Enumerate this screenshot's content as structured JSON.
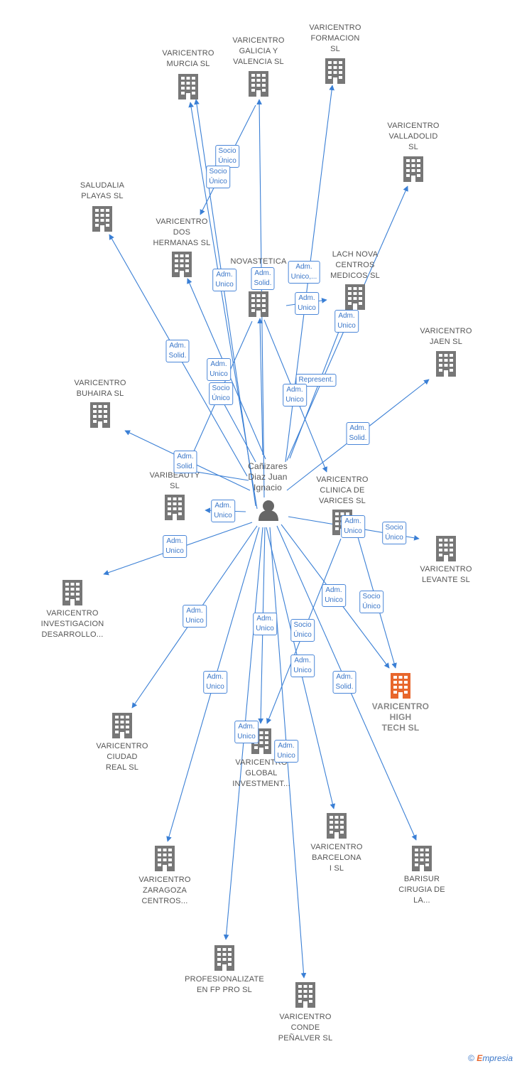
{
  "colors": {
    "building": "#777777",
    "focal_building": "#e8662c",
    "edge": "#3a7fd5",
    "person": "#666666"
  },
  "person": {
    "label": [
      "Cañizares",
      "Diaz Juan",
      "Ignacio"
    ]
  },
  "nodes": [
    {
      "id": "murcia",
      "label": [
        "VARICENTRO",
        "MURCIA  SL"
      ]
    },
    {
      "id": "galicia",
      "label": [
        "VARICENTRO",
        "GALICIA Y",
        "VALENCIA  SL"
      ]
    },
    {
      "id": "formacion",
      "label": [
        "VARICENTRO",
        "FORMACION",
        "SL"
      ]
    },
    {
      "id": "valladolid",
      "label": [
        "VARICENTRO",
        "VALLADOLID",
        "SL"
      ]
    },
    {
      "id": "saludalia",
      "label": [
        "SALUDALIA",
        "PLAYAS  SL"
      ]
    },
    {
      "id": "dosh",
      "label": [
        "VARICENTRO",
        "DOS",
        "HERMANAS  SL"
      ]
    },
    {
      "id": "novastetica",
      "label": [
        "NOVASTETICA"
      ]
    },
    {
      "id": "lachnova",
      "label": [
        "LACH NOVA",
        "CENTROS",
        "MEDICOS  SL"
      ]
    },
    {
      "id": "jaen",
      "label": [
        "VARICENTRO",
        "JAEN  SL"
      ]
    },
    {
      "id": "buhaira",
      "label": [
        "VARICENTRO",
        "BUHAIRA  SL"
      ]
    },
    {
      "id": "varibeauty",
      "label": [
        "VARIBEAUTY",
        "SL"
      ]
    },
    {
      "id": "clinica",
      "label": [
        "VARICENTRO",
        "CLINICA DE",
        "VARICES  SL"
      ]
    },
    {
      "id": "levante",
      "label": [
        "VARICENTRO",
        "LEVANTE  SL"
      ]
    },
    {
      "id": "investigacion",
      "label": [
        "VARICENTRO",
        "INVESTIGACION",
        "DESARROLLO..."
      ]
    },
    {
      "id": "hightech",
      "label": [
        "VARICENTRO",
        "HIGH",
        "TECH  SL"
      ]
    },
    {
      "id": "ciudadreal",
      "label": [
        "VARICENTRO",
        "CIUDAD",
        "REAL  SL"
      ]
    },
    {
      "id": "global",
      "label": [
        "VARICENTRO",
        "GLOBAL",
        "INVESTMENT..."
      ]
    },
    {
      "id": "barcelona",
      "label": [
        "VARICENTRO",
        "BARCELONA",
        "I  SL"
      ]
    },
    {
      "id": "barisur",
      "label": [
        "BARISUR",
        "CIRUGIA DE",
        "LA..."
      ]
    },
    {
      "id": "zaragoza",
      "label": [
        "VARICENTRO",
        "ZARAGOZA",
        "CENTROS..."
      ]
    },
    {
      "id": "profesionalizate",
      "label": [
        "PROFESIONALIZATE",
        "EN FP PRO  SL"
      ]
    },
    {
      "id": "conde",
      "label": [
        "VARICENTRO",
        "CONDE",
        "PEÑALVER  SL"
      ]
    }
  ],
  "edge_labels": [
    [
      "Socio",
      "Único"
    ],
    [
      "Socio",
      "Único"
    ],
    [
      "Adm.",
      "Unico"
    ],
    [
      "Adm.",
      "Solid."
    ],
    [
      "Adm.",
      "Unico,..."
    ],
    [
      "Adm.",
      "Unico"
    ],
    [
      "Adm.",
      "Unico"
    ],
    [
      "Adm.",
      "Solid."
    ],
    [
      "Adm.",
      "Unico"
    ],
    [
      "Socio",
      "Único"
    ],
    [
      "Represent."
    ],
    [
      "Adm.",
      "Unico"
    ],
    [
      "Adm.",
      "Solid."
    ],
    [
      "Adm.",
      "Solid."
    ],
    [
      "Adm.",
      "Unico"
    ],
    [
      "Adm.",
      "Unico"
    ],
    [
      "Adm.",
      "Unico"
    ],
    [
      "Socio",
      "Único"
    ],
    [
      "Adm.",
      "Unico"
    ],
    [
      "Socio",
      "Único"
    ],
    [
      "Adm.",
      "Unico"
    ],
    [
      "Adm.",
      "Unico"
    ],
    [
      "Socio",
      "Único"
    ],
    [
      "Adm.",
      "Unico"
    ],
    [
      "Adm.",
      "Unico"
    ],
    [
      "Adm.",
      "Solid."
    ],
    [
      "Adm.",
      "Unico"
    ],
    [
      "Adm.",
      "Unico"
    ]
  ],
  "footer": {
    "copyright": "©",
    "brand_initial": "E",
    "brand_rest": "mpresia"
  }
}
